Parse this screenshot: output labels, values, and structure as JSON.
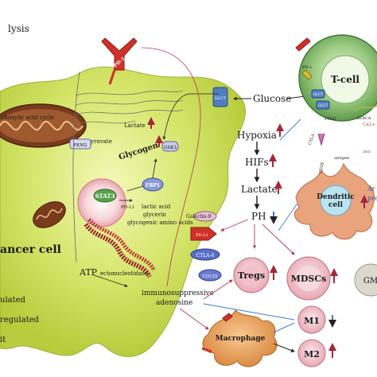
{
  "header": {
    "title_fragment": "lysis"
  },
  "cancer_cell": {
    "name": "ancer cell",
    "tca_label": "rboxylic acid cycle",
    "pd1_label": "PD-1",
    "pdl1_label": "PD-L1",
    "stat3_label": "STAT3",
    "pyruvate_label": "yruvate",
    "pkm2_label": "PKM2",
    "lactate_label": "Lactate",
    "glycogen_label": "Glycogen",
    "gsk3_label": "GSK3",
    "glut_label": "GLUT",
    "fbp1_label": "FBP1",
    "precursors": [
      "lactic acid",
      "glycerin",
      "glycogenic amino acids"
    ],
    "atp_label": "ATP",
    "ectonucleotidase_label": "ectonucleotidase",
    "adenosine_label": [
      "immunosuppressive",
      "adenosine"
    ],
    "galectin_label": "Galectin-9",
    "pdl1_surface_label": "PD-L1",
    "ctla4_label": "CTLA-4",
    "cd155_label": "CD155"
  },
  "microenv": {
    "glucose": "Glucose",
    "hypoxia": "Hypoxia",
    "hifs": "HIFs",
    "lactate": "Lactate",
    "ph": "PH"
  },
  "t_cell": {
    "name": "T-cell",
    "labels": [
      "GLUT",
      "GLUT",
      "PD-1",
      "PPER",
      "SERCA",
      "Ca2+",
      "CTLA",
      "CD28",
      "antigen",
      "anti"
    ]
  },
  "dendritic_cell": {
    "name": [
      "Dendritic",
      "cell"
    ],
    "side_label": [
      "Ar",
      "pre"
    ]
  },
  "immune_cells": {
    "tregs": "Tregs",
    "mdscs": "MDSCs",
    "gm": "GM",
    "macrophage": "Macrophage",
    "m1": "M1",
    "m2": "M2"
  },
  "legend": {
    "items": [
      "ulated",
      "regulated",
      "it"
    ]
  },
  "colors": {
    "up_arrow": "#a3263a",
    "down_arrow": "#3d7ad1",
    "cancer_fill": "#d8e86a",
    "tcell_fill": "#8ac07a",
    "dc_fill": "#e7a27c"
  }
}
